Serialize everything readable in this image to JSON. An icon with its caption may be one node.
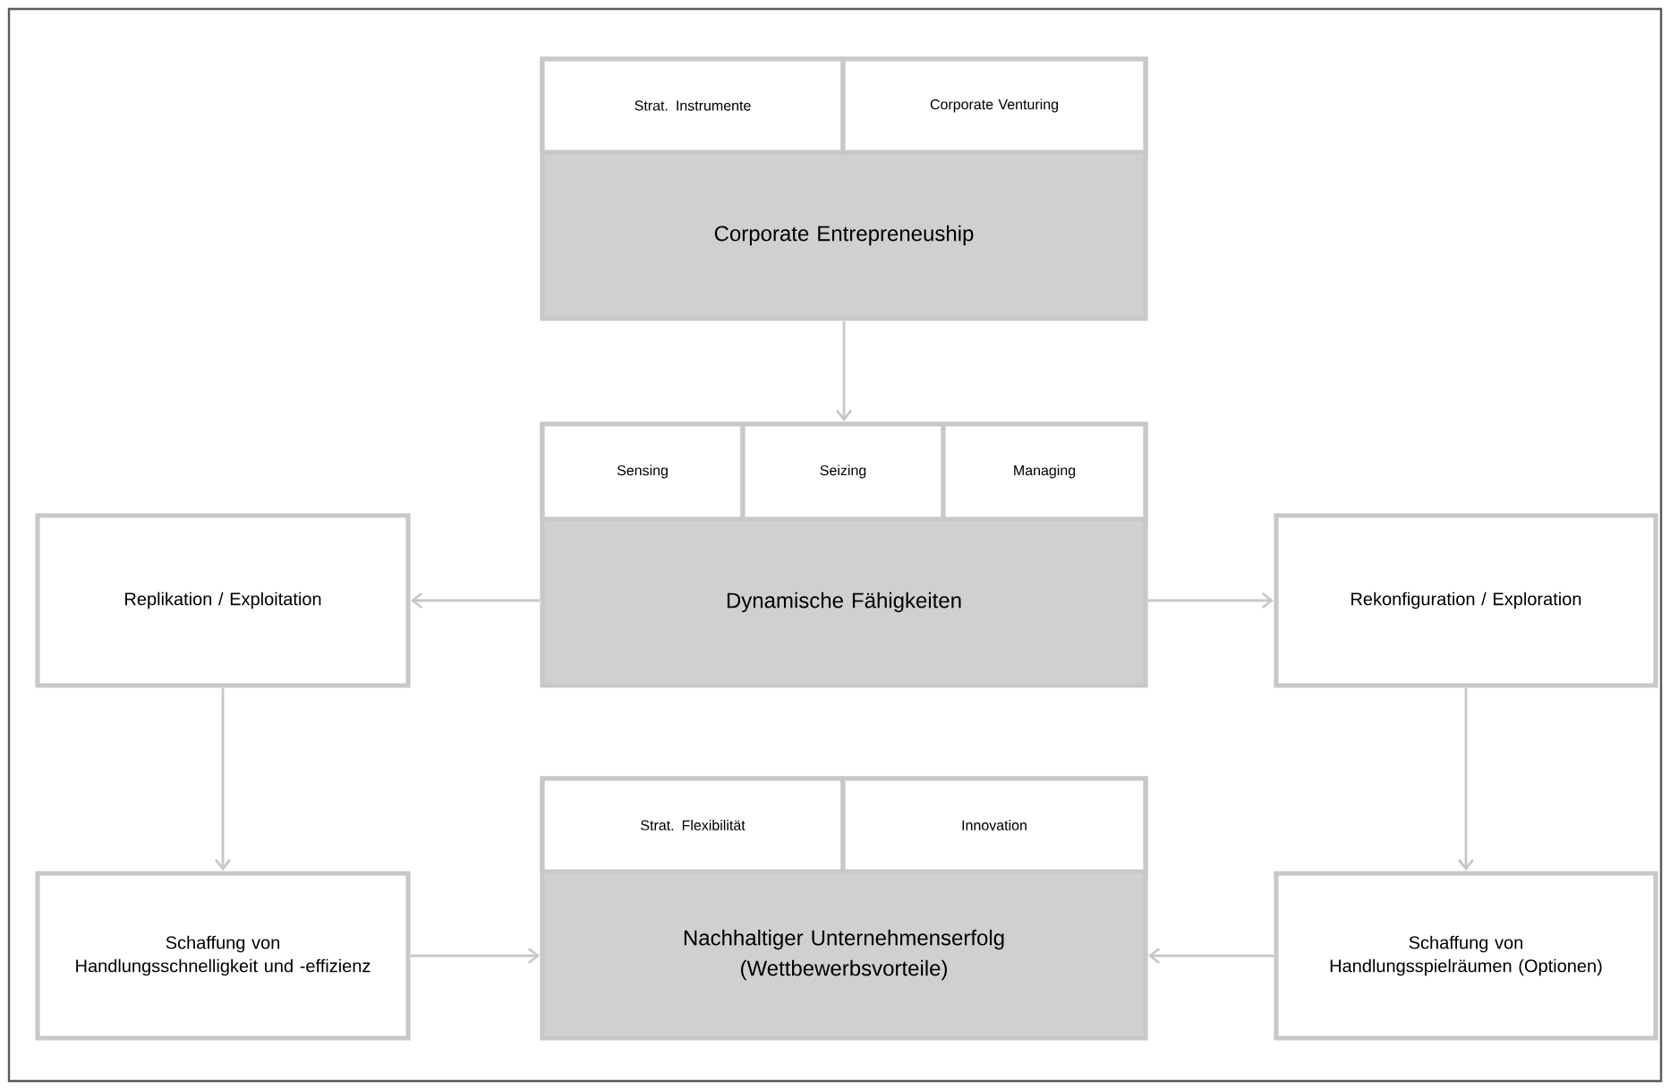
{
  "diagram": {
    "nodes": [
      {
        "text": [
          "Corporate Entrepreneuship"
        ]
      },
      {
        "text": [
          "Strat. Instrumente"
        ],
        "in": 0
      },
      {
        "text": [
          "Corporate Venturing"
        ],
        "in": 0
      },
      {
        "text": [
          "Dynamische Fähigkeiten"
        ]
      },
      {
        "text": [
          "Sensing"
        ],
        "in": 3
      },
      {
        "text": [
          "Seizing"
        ],
        "in": 3
      },
      {
        "text": [
          "Managing"
        ],
        "in": 3
      },
      {
        "text": [
          "Replikation / Exploitation"
        ]
      },
      {
        "text": [
          "Rekonfiguration / Exploration"
        ]
      },
      {
        "text": [
          "Nachhaltiger Unternehmenserfolg (Wettbewerbsvorteile)"
        ]
      },
      {
        "text": [
          "Strat. Flexibilität"
        ],
        "in": 9
      },
      {
        "text": [
          "Innovation"
        ],
        "in": 9
      },
      {
        "text": [
          "Schaffung von Handlungsschnelligkeit und -effizienz"
        ]
      },
      {
        "text": [
          "Schaffung von Handlungsspielräumen (Optionen)"
        ]
      }
    ],
    "edges": [
      {
        "from": 0,
        "to": 3,
        "arrow": "to"
      },
      {
        "from": 3,
        "to": 7,
        "arrow": "to"
      },
      {
        "from": 3,
        "to": 8,
        "arrow": "to"
      },
      {
        "from": 7,
        "to": 12,
        "arrow": "to"
      },
      {
        "from": 8,
        "to": 13,
        "arrow": "to"
      },
      {
        "from": 12,
        "to": 9,
        "arrow": "to"
      },
      {
        "from": 13,
        "to": 9,
        "arrow": "to"
      }
    ]
  }
}
